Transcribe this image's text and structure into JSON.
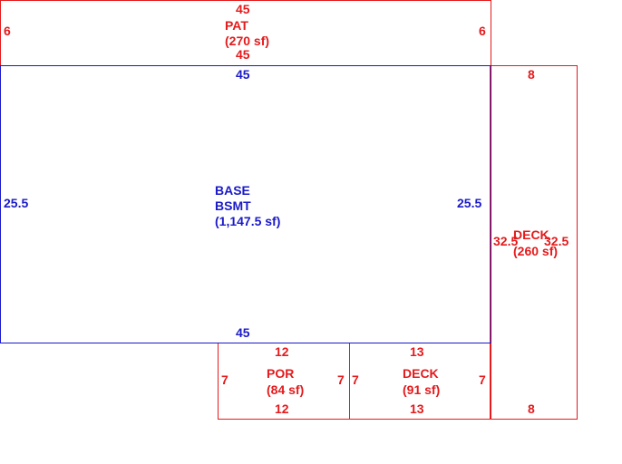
{
  "colors": {
    "red": "#e41a1c",
    "blue": "#1a1ac8",
    "background": "#ffffff"
  },
  "areas": {
    "pat": {
      "name": "PAT",
      "area": "(270 sf)",
      "dims": {
        "top": "45",
        "bottom": "45",
        "left": "6",
        "right": "6"
      }
    },
    "base": {
      "name_line1": "BASE",
      "name_line2": "BSMT",
      "area": "(1,147.5 sf)",
      "dims": {
        "top": "45",
        "bottom": "45",
        "left": "25.5",
        "right": "25.5"
      }
    },
    "deck_right": {
      "name": "DECK",
      "area": "(260 sf)",
      "dims": {
        "top": "8",
        "bottom": "8",
        "left": "32.5",
        "right": "32.5"
      }
    },
    "por": {
      "name": "POR",
      "area": "(84 sf)",
      "dims": {
        "top": "12",
        "bottom": "12",
        "left": "7",
        "right": "7"
      }
    },
    "deck_bottom": {
      "name": "DECK",
      "area": "(91 sf)",
      "dims": {
        "top": "13",
        "bottom": "13",
        "left": "7",
        "right": "7"
      }
    }
  }
}
